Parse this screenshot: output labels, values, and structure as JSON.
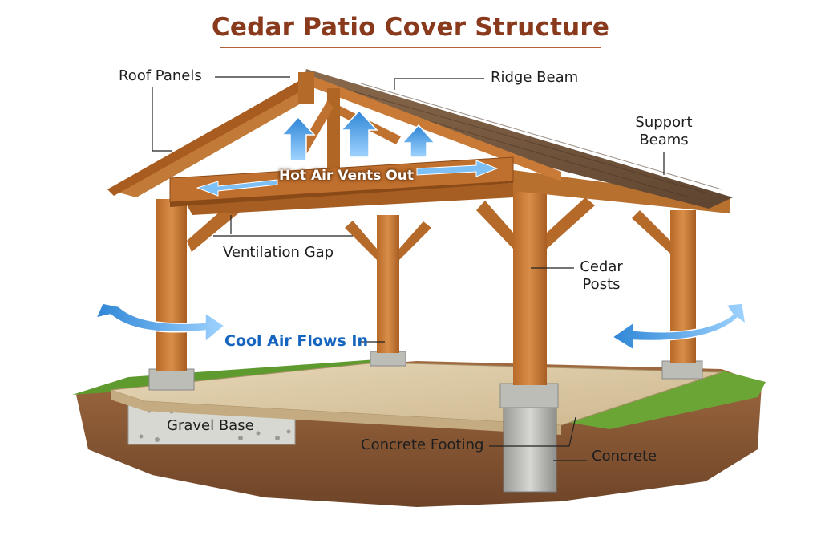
{
  "title": "Cedar Patio Cover Structure",
  "labels": {
    "roof_panels": "Roof Panels",
    "ridge_beam": "Ridge Beam",
    "support_beams_line1": "Support",
    "support_beams_line2": "Beams",
    "hot_air": "Hot Air Vents Out",
    "ventilation_gap": "Ventilation Gap",
    "cedar_posts_line1": "Cedar",
    "cedar_posts_line2": "Posts",
    "cool_air": "Cool Air Flows In",
    "gravel_base": "Gravel Base",
    "concrete_footing": "Concrete Footing",
    "concrete": "Concrete"
  },
  "colors": {
    "title": "#8a3a1c",
    "cedar": "#c87a36",
    "cedar_dark": "#8a4a18",
    "roof": "#7a5a40",
    "airflow": "#4aa3e6",
    "grass": "#5e9a2e",
    "soil": "#8a5a36",
    "deck": "#d9c7a6"
  }
}
